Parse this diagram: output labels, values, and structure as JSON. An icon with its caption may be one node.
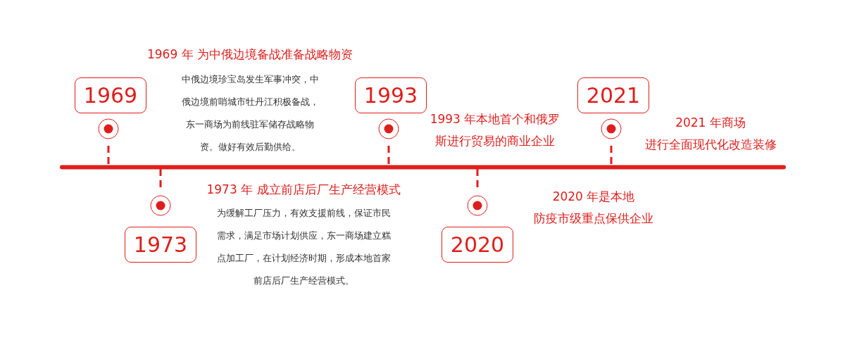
{
  "diagram": {
    "nodes": [
      {
        "text": [
          "1969"
        ],
        "beside": [
          "1969 年 为中俄边境备战准备战略物资",
          "中俄边境珍宝岛发生军事冲突，中俄边境前哨城市牡丹江积极备战，东一商场为前线驻军储存战略物资。做好有效后勤供给。"
        ]
      },
      {
        "text": [
          "1973"
        ],
        "beside": [
          "1973 年 成立前店后厂生产经营模式",
          "为缓解工厂压力，有效支援前线，保证市民需求，满足市场计划供应，东一商场建立糕点加工厂，在计划经济时期，形成本地首家前店后厂生产经营模式。"
        ]
      },
      {
        "text": [
          "1993"
        ],
        "beside": [
          "1993 年本地首个和俄罗斯进行贸易的商业企业"
        ]
      },
      {
        "text": [
          "2020"
        ],
        "beside": [
          "2020 年是本地防疫市级重点保供企业"
        ]
      },
      {
        "text": [
          "2021"
        ],
        "beside": [
          "2021 年商场进行全面现代化改造装修"
        ]
      }
    ]
  }
}
